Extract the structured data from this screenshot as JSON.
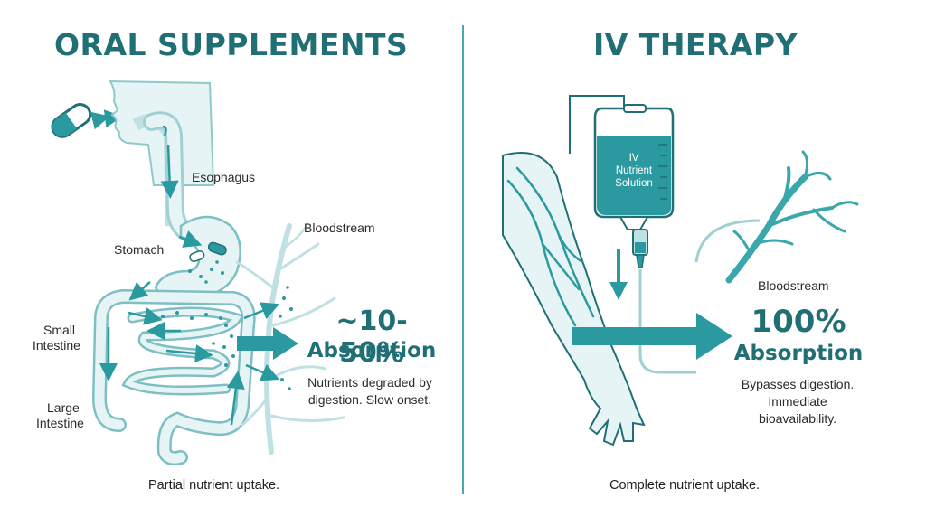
{
  "colors": {
    "teal": "#2b9aa0",
    "dark_teal": "#1f6f74",
    "light_teal": "#d7eef0",
    "body_fill": "#e6f4f5"
  },
  "left": {
    "title": "ORAL SUPPLEMENTS",
    "labels": {
      "esophagus": "Esophagus",
      "stomach": "Stomach",
      "small_intestine_1": "Small",
      "small_intestine_2": "Intestine",
      "large_intestine_1": "Large",
      "large_intestine_2": "Intestine",
      "bloodstream": "Bloodstream"
    },
    "stat": "~10-50%",
    "stat_label": "Absorption",
    "note_1": "Nutrients degraded by",
    "note_2": "digestion. Slow onset.",
    "footer": "Partial nutrient uptake.",
    "icons": [
      "capsule-icon",
      "head-profile-icon",
      "digestive-tract-icon",
      "blood-vessels-icon",
      "arrow-right-icon"
    ]
  },
  "right": {
    "title": "IV THERAPY",
    "bag_1": "IV",
    "bag_2": "Nutrient",
    "bag_3": "Solution",
    "bloodstream": "Bloodstream",
    "stat": "100%",
    "stat_label": "Absorption",
    "note_1": "Bypasses digestion.",
    "note_2": "Immediate",
    "note_3": "bioavailability.",
    "footer": "Complete nutrient uptake.",
    "icons": [
      "iv-bag-icon",
      "drip-chamber-icon",
      "arm-icon",
      "blood-vessels-icon",
      "arrow-right-icon"
    ]
  }
}
